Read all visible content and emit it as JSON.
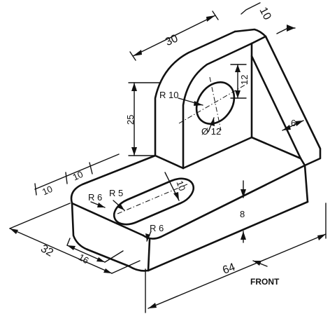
{
  "drawing": {
    "dimensions": {
      "bracket_width": "30",
      "rib_thickness": "10",
      "hole_height": "12",
      "upright_radius": "R 10",
      "upright_height": "25",
      "hole_diameter": "Ø 12",
      "rib_offset": "6",
      "slot_edge_offset": "10",
      "slot_spacing": "10",
      "corner_radius_left": "R 6",
      "slot_radius": "R 5",
      "slot_width": "10",
      "corner_radius_front": "R 6",
      "base_height": "8",
      "base_depth": "32",
      "slot_offset": "16",
      "base_length": "64"
    },
    "front_label": "FRONT"
  }
}
